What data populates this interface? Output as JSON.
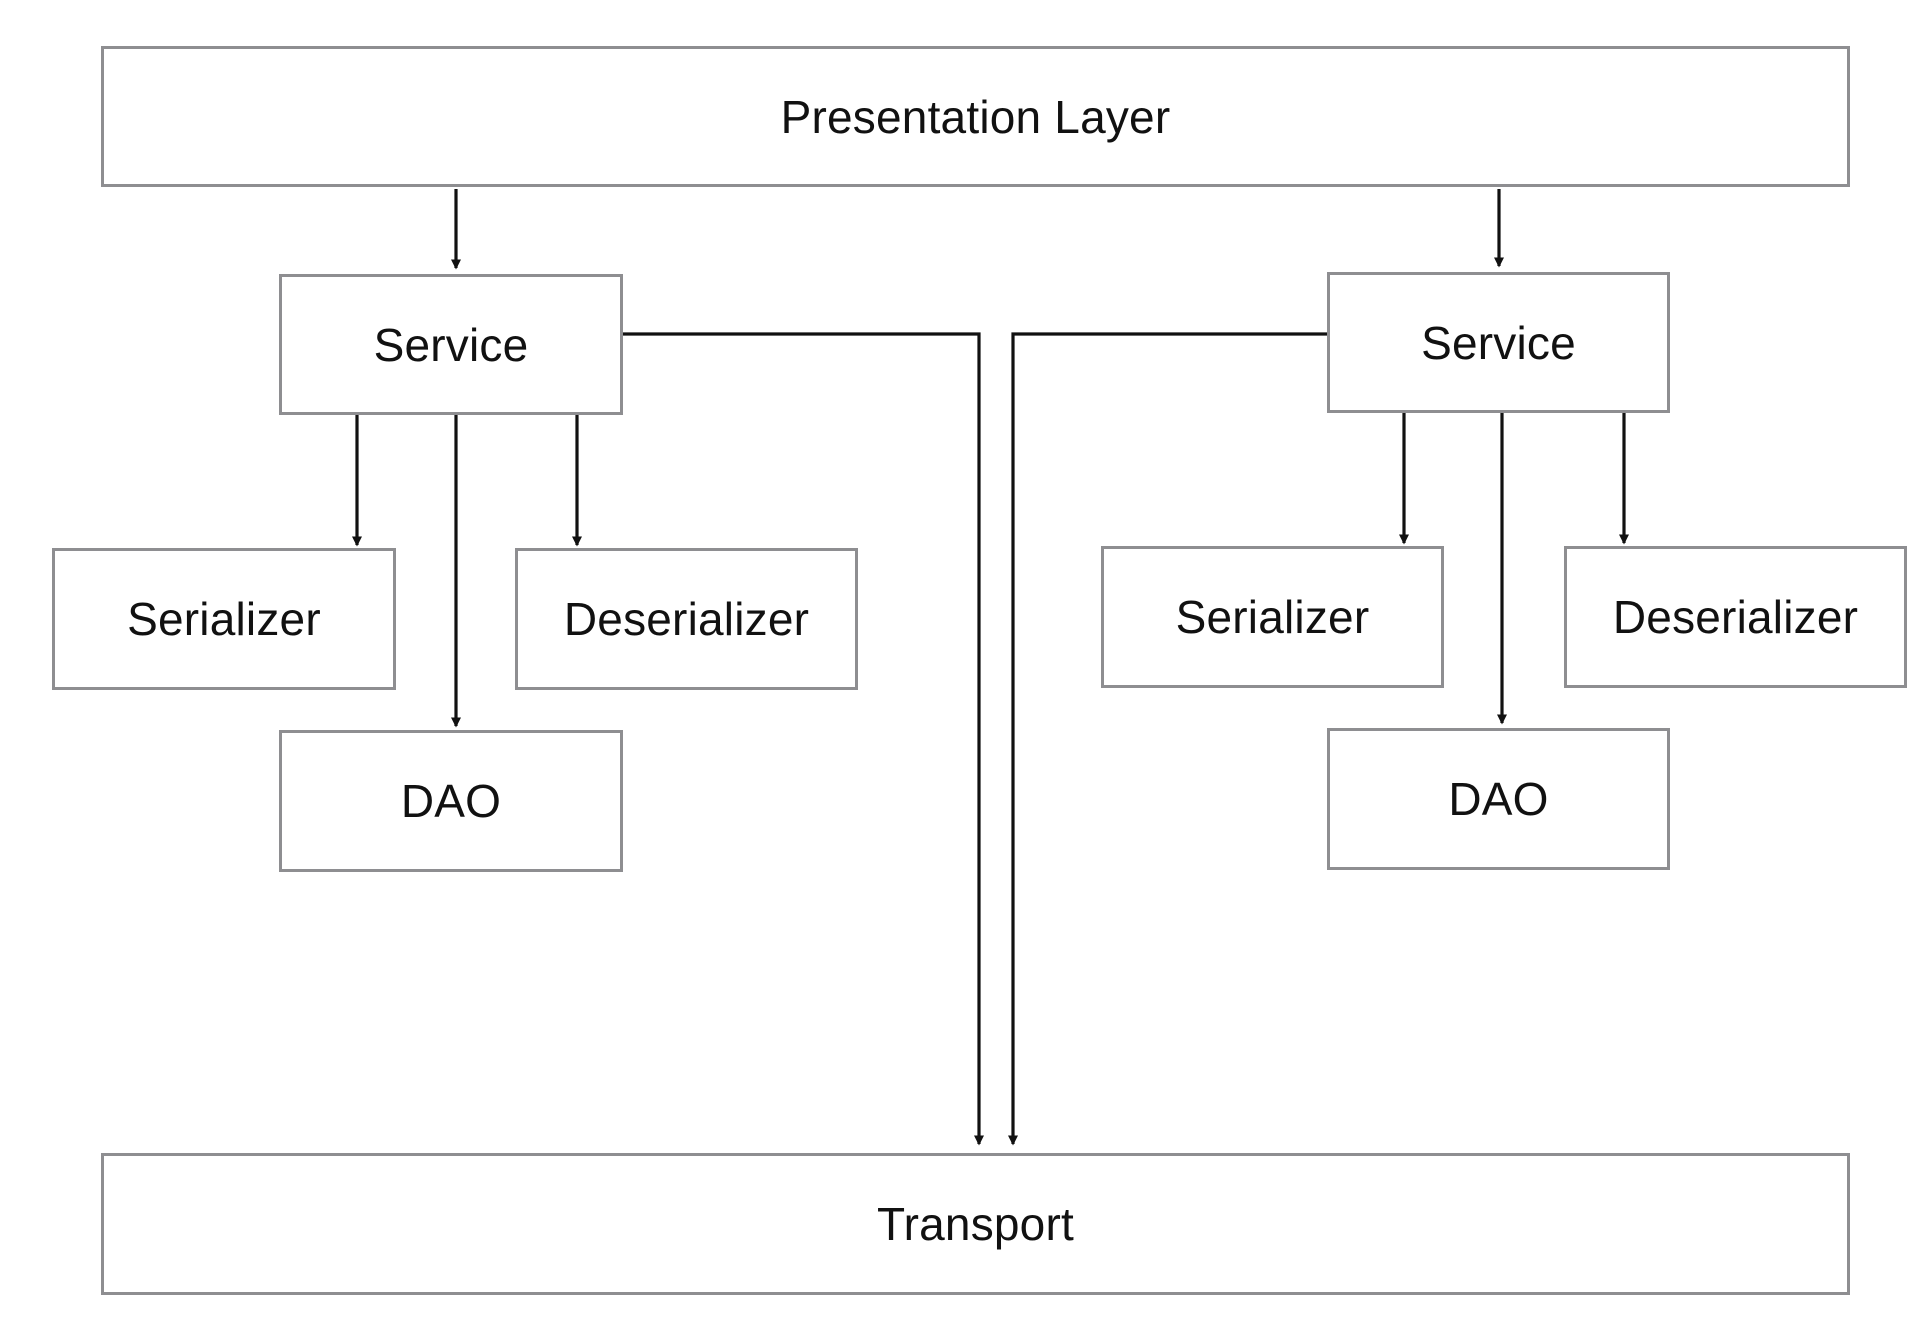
{
  "diagram": {
    "nodes": {
      "presentation": {
        "label": "Presentation Layer"
      },
      "left_service": {
        "label": "Service"
      },
      "left_serializer": {
        "label": "Serializer"
      },
      "left_deserializer": {
        "label": "Deserializer"
      },
      "left_dao": {
        "label": "DAO"
      },
      "right_service": {
        "label": "Service"
      },
      "right_serializer": {
        "label": "Serializer"
      },
      "right_deserializer": {
        "label": "Deserializer"
      },
      "right_dao": {
        "label": "DAO"
      },
      "transport": {
        "label": "Transport"
      }
    },
    "edges": [
      {
        "from": "presentation",
        "to": "left_service"
      },
      {
        "from": "presentation",
        "to": "right_service"
      },
      {
        "from": "left_service",
        "to": "left_serializer"
      },
      {
        "from": "left_service",
        "to": "left_dao"
      },
      {
        "from": "left_service",
        "to": "left_deserializer"
      },
      {
        "from": "right_service",
        "to": "right_serializer"
      },
      {
        "from": "right_service",
        "to": "right_dao"
      },
      {
        "from": "right_service",
        "to": "right_deserializer"
      },
      {
        "from": "left_service",
        "to": "transport"
      },
      {
        "from": "right_service",
        "to": "transport"
      }
    ],
    "colors": {
      "box_border": "#8e8e91",
      "edge": "#111111",
      "text": "#111111",
      "background": "#ffffff"
    }
  }
}
